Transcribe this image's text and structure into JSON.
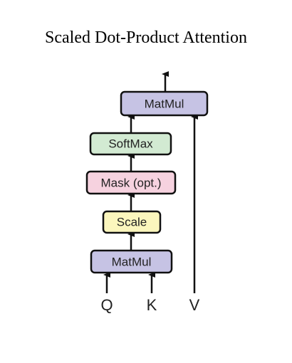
{
  "title": "Scaled Dot-Product Attention",
  "blocks": {
    "matmul_top": {
      "label": "MatMul",
      "fill": "#c6c3e4"
    },
    "softmax": {
      "label": "SoftMax",
      "fill": "#d2ead2"
    },
    "mask": {
      "label": "Mask (opt.)",
      "fill": "#f6d2df"
    },
    "scale": {
      "label": "Scale",
      "fill": "#fbf6bd"
    },
    "matmul_bottom": {
      "label": "MatMul",
      "fill": "#c6c3e4"
    }
  },
  "inputs": {
    "q": "Q",
    "k": "K",
    "v": "V"
  },
  "colors": {
    "stroke": "#111111",
    "text": "#222222"
  }
}
